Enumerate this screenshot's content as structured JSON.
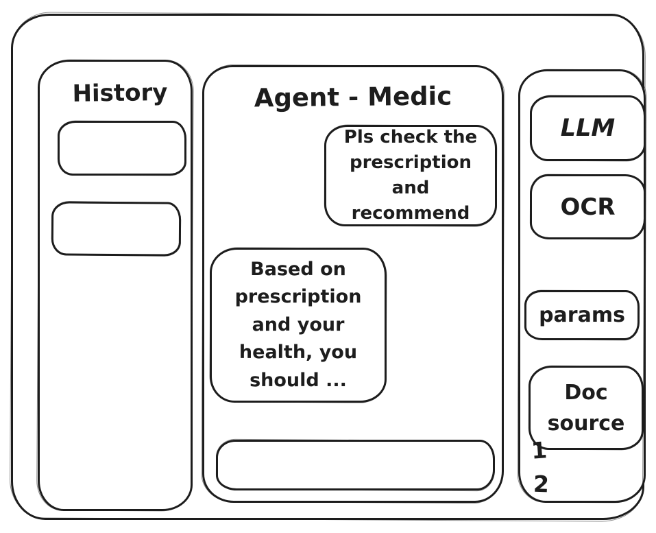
{
  "colors": {
    "ink": "#1d1d1d",
    "background": "#ffffff"
  },
  "sidebar": {
    "title": "History",
    "items": [
      {
        "label": ""
      },
      {
        "label": ""
      }
    ]
  },
  "chat": {
    "title": "Agent - Medic",
    "messages": [
      {
        "role": "user",
        "text": "Pls check the prescription and recommend"
      },
      {
        "role": "assistant",
        "text": "Based on prescription and your health, you should ..."
      }
    ],
    "input": {
      "value": "",
      "placeholder": ""
    }
  },
  "tools": {
    "buttons": [
      {
        "label": "LLM"
      },
      {
        "label": "OCR"
      },
      {
        "label": "params"
      },
      {
        "label": "Doc source"
      }
    ],
    "doc_sources": [
      "1",
      "2"
    ]
  }
}
